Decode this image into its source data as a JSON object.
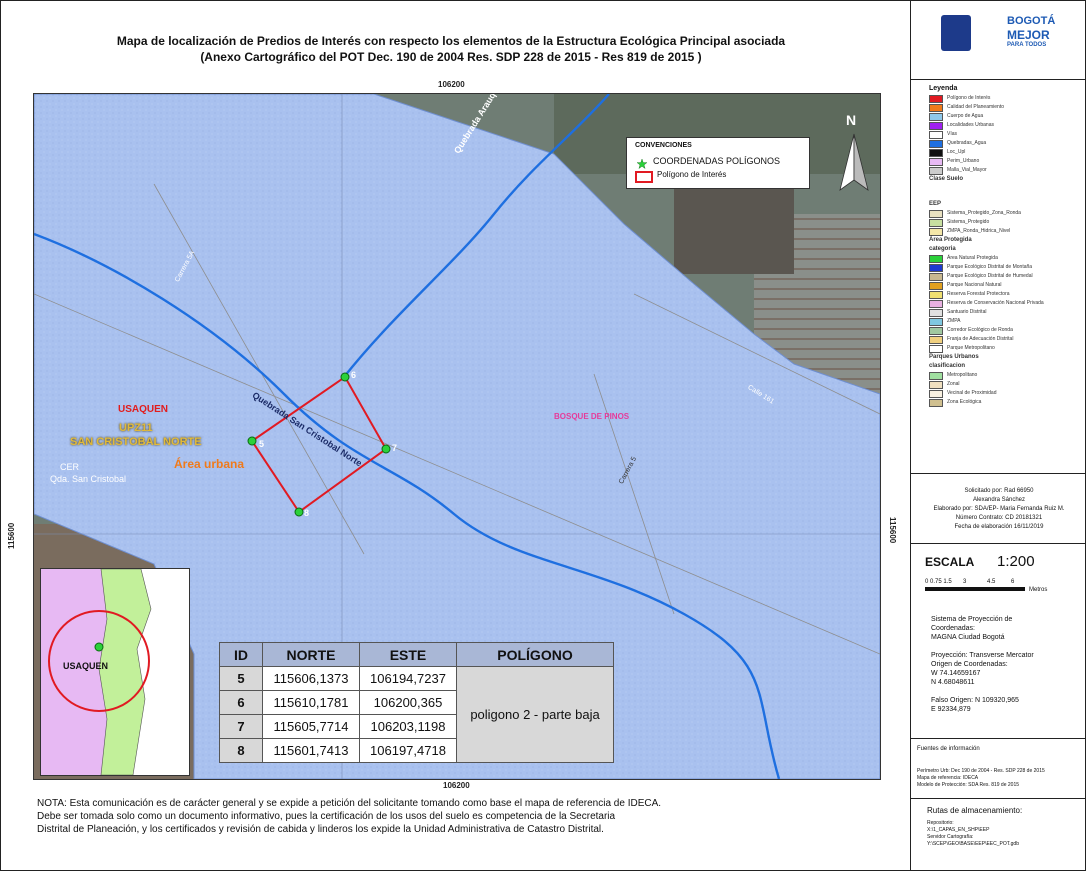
{
  "title": {
    "line1": "Mapa de localización de Predios de Interés con respecto los elementos de la Estructura Ecológica Principal asociada",
    "line2": "(Anexo Cartográfico del POT Dec. 190 de 2004 Res. SDP 228 de 2015 - Res 819 de 2015 )"
  },
  "grid": {
    "x_top": "106200",
    "x_bottom": "106200",
    "y_left": "115600",
    "y_right": "115600"
  },
  "conventions": {
    "title": "CONVENCIONES",
    "items": [
      {
        "label": "COORDENADAS POLÍGONOS"
      },
      {
        "label": "Polígono de Interés"
      }
    ]
  },
  "map_labels": {
    "stream_upper": "Quebrada Arauquita",
    "stream_main": "Quebrada San Cristobal Norte",
    "street_left": "Carrera 5A",
    "street_right": "Calle 161",
    "street_lower": "Carrera 5",
    "forest": "BOSQUE DE PINOS",
    "locality": "USAQUEN",
    "upz_code": "UPZ11",
    "upz_name": "SAN CRISTOBAL NORTE",
    "area": "Área urbana",
    "cer": "CER",
    "qda": "Qda. San Cristobal",
    "point_5": "5",
    "point_6": "6",
    "point_7": "7",
    "point_8": "8",
    "north": "N"
  },
  "inset": {
    "label": "USAQUEN"
  },
  "table": {
    "headers": [
      "ID",
      "NORTE",
      "ESTE",
      "POLÍGONO"
    ],
    "rows": [
      {
        "id": "5",
        "norte": "115606,1373",
        "este": "106194,7237"
      },
      {
        "id": "6",
        "norte": "115610,1781",
        "este": "106200,365"
      },
      {
        "id": "7",
        "norte": "115605,7714",
        "este": "106203,1198"
      },
      {
        "id": "8",
        "norte": "115601,7413",
        "este": "106197,4718"
      }
    ],
    "polygon": "poligono 2 - parte baja"
  },
  "note": {
    "line1": "NOTA: Esta comunicación es de carácter general y se expide a petición del solicitante tomando como base el mapa de referencia de IDECA.",
    "line2": "Debe ser tomada solo como un documento informativo, pues la certificación de los usos del suelo es competencia de la Secretaria",
    "line3": "Distrital de Planeación, y los certificados y revisión de cabida y linderos los expide la Unidad Administrativa de Catastro Distrital."
  },
  "sidebar": {
    "logo_text": "BOGOTÁ",
    "logo_mejor": "MEJOR",
    "logo_todos": "PARA TODOS",
    "legend_title": "Leyenda",
    "legend_items": [
      "Polígono de Interés",
      "Calidad del Planeamiento",
      "Cuerpo de Agua",
      "Localidades Urbanas",
      "Vías",
      "Quebradas_Agua",
      "Loc_Upl",
      "Perim_Urbano",
      "Malla_Vial_Mayor"
    ],
    "clase_suelo": "Clase Suelo",
    "eep_title": "EEP",
    "eep_items": [
      "Sistema_Protegido_Zona_Ronda",
      "Sistema_Protegido",
      "ZMPA_Ronda_Hidrica_Nivel"
    ],
    "areas_protegidas": "Área Protegida",
    "categoria": "categoria",
    "area_items": [
      "Área Natural Protegida",
      "Parque Ecológico Distrital de Montaña",
      "Parque Ecológico Distrital de Humedal",
      "Parque Nacional Natural",
      "Reserva Forestal Protectora",
      "Reserva de Conservación Nacional Privada",
      "Santuario Distrital",
      "ZMPA",
      "Corredor Ecológico de Ronda",
      "Franja de Adecuación Distrital",
      "Parque Metropolitano"
    ],
    "parques_title": "Parques Urbanos",
    "clasificacion": "clasificacion",
    "parques_items": [
      "Metropolitano",
      "Zonal",
      "Vecinal de Proximidad",
      "Zona Ecológica"
    ],
    "info_lines": [
      "Solicitado por: Rad 66950",
      "Alexandra Sánchez",
      "Elaborado por: SDA/EP- Maria Fernanda Ruiz M.",
      "Número Contrato: CD 20181321",
      "Fecha de elaboración 16/11/2019"
    ],
    "escala_label": "ESCALA",
    "escala_value": "1:200",
    "scalebar_ticks": [
      "0 0.75 1.5",
      "3",
      "4.5",
      "6"
    ],
    "scalebar_unit": "Metros",
    "proj_lines": [
      "Sistema de Proyección de",
      "Coordenadas:",
      "MAGNA Ciudad Bogotá",
      "",
      "Proyección: Transverse Mercator",
      "Origen de Coordenadas:",
      "W 74.14659167",
      "N   4.68048611",
      "",
      "Falso Origen: N 109320,965",
      "E  92334,879"
    ],
    "fuentes_title": "Fuentes de información",
    "fuentes_lines": [
      "Perímetro Urb: Dec 190 de 2004 - Res. SDP 228 de 2015",
      "Mapa de referencia: IDECA",
      "Modelo de Protección: SDA Res. 819 de 2015"
    ],
    "rutas_title": "Rutas de almacenamiento:",
    "rutas_lines": [
      "Repositorio:",
      "X:\\1_CAPAS_EN_SHP\\EEP",
      "Servidor Cartografía:",
      "Y:\\SCEP\\GEO\\BASE\\EEP\\EEC_POT.gdb"
    ]
  },
  "colors": {
    "water_fill": "#a9c1ef",
    "stream": "#1e6fe0",
    "polygon": "#e11a22",
    "point": "#2bd13a",
    "upz_label": "#e0b93a",
    "area_label": "#f07a1a",
    "forest_label": "#e63a9a",
    "locality_label": "#e21c1c",
    "table_header": "#a9b7d6",
    "inset_left": "#e7b9f3",
    "inset_right": "#c2f09a"
  }
}
